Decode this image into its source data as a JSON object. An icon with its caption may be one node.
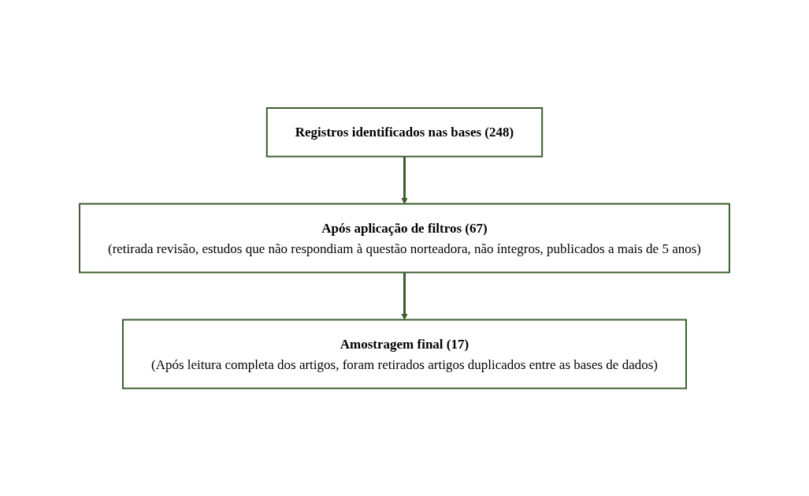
{
  "diagram": {
    "nodes": [
      {
        "text": [
          "Registros identificados nas bases (248)"
        ]
      },
      {
        "text": [
          "Após aplicação de filtros (67)",
          "(retirada revisão, estudos que não respondiam à questão norteadora, não íntegros, publicados a mais de 5 anos)"
        ]
      },
      {
        "text": [
          "Amostragem final (17)",
          "(Após leitura completa dos artigos, foram retirados artigos duplicados entre as bases de dados)"
        ]
      }
    ],
    "edges": [
      {
        "from": 0,
        "to": 1,
        "arrow": "to"
      },
      {
        "from": 1,
        "to": 2,
        "arrow": "to"
      }
    ]
  }
}
